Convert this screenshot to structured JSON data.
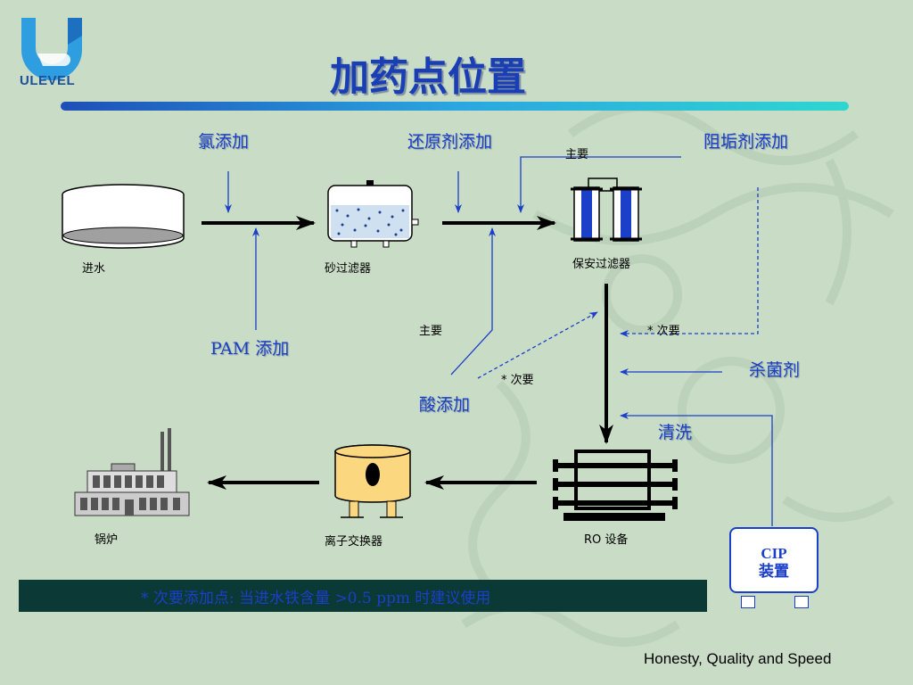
{
  "slide": {
    "logo_text": "ULEVEL",
    "title": "加药点位置",
    "footer": "Honesty, Quality and Speed",
    "note": "* 次要添加点: 当进水铁含量 >0.5 ppm 时建议使用"
  },
  "labels": {
    "chlorine": "氯添加",
    "reducer": "还原剂添加",
    "antiscalant": "阻垢剂添加",
    "pam": "PAM 添加",
    "acid": "酸添加",
    "biocide": "杀菌剂",
    "clean": "清洗",
    "main1": "主要",
    "main2": "主要",
    "minor1": "* 次要",
    "minor2": "* 次要",
    "inlet": "进水",
    "sand_filter": "砂过滤器",
    "security_filter": "保安过滤器",
    "ro": "RO  设备",
    "ion_exchanger": "离子交换器",
    "boiler": "锅炉",
    "cip_line1": "CIP",
    "cip_line2": "装置"
  },
  "colors": {
    "accent_blue": "#1b3fc9",
    "note_bar": "#0b3a36",
    "background": "#c9dcc6"
  }
}
